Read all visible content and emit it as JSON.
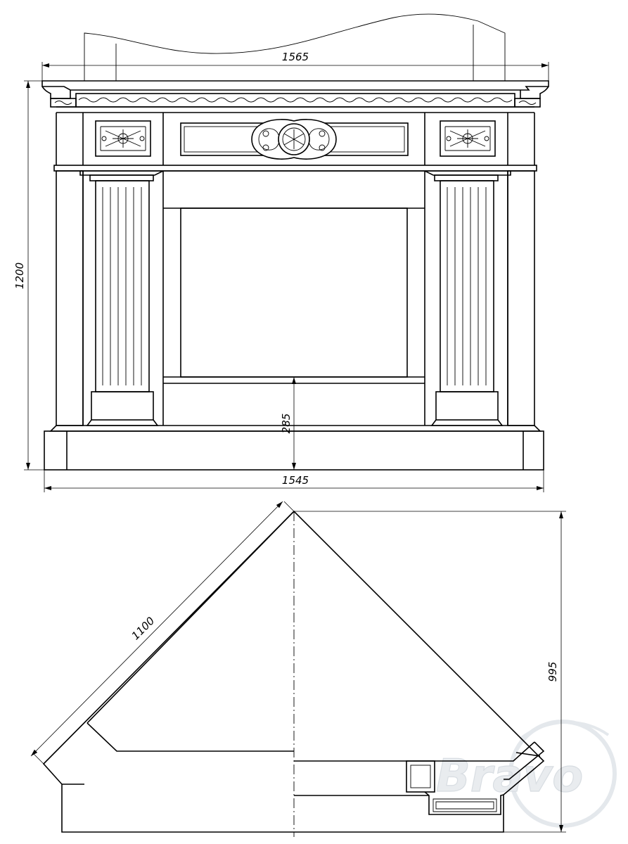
{
  "front_view": {
    "dim_top_width": "1565",
    "dim_height": "1200",
    "dim_firebox_height": "285",
    "dim_bottom_width": "1545"
  },
  "plan_view": {
    "dim_side_length": "1100",
    "dim_depth": "995"
  },
  "watermark": {
    "brand_text": "Bravo"
  }
}
